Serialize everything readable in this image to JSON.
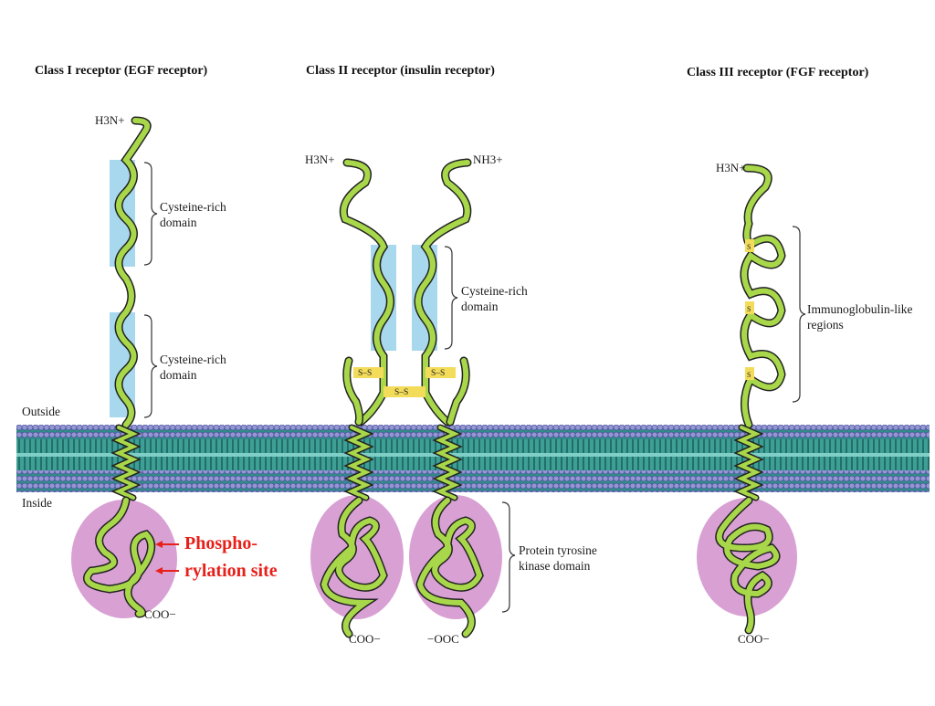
{
  "titles": {
    "class1": "Class I receptor (EGF receptor)",
    "class2": "Class II receptor (insulin receptor)",
    "class3": "Class III receptor (FGF receptor)"
  },
  "sides": {
    "outside": "Outside",
    "inside": "Inside"
  },
  "class1": {
    "n_terminus": "H3N+",
    "domain_upper": "Cysteine-rich domain",
    "domain_lower": "Cysteine-rich domain",
    "c_terminus": "COO−"
  },
  "phospho": {
    "line1": "Phospho-",
    "line2": "rylation site"
  },
  "class2": {
    "n_terminus_left": "H3N+",
    "n_terminus_right": "NH3+",
    "domain": "Cysteine-rich domain",
    "disulfide_left": "S–S",
    "disulfide_center": "S–S",
    "disulfide_right": "S–S",
    "kinase_domain": "Protein tyrosine kinase domain",
    "c_terminus_left": "COO−",
    "c_terminus_right": "−OOC"
  },
  "class3": {
    "n_terminus": "H3N+",
    "ig_regions": "Immunoglobulin-like regions",
    "disulfide_marker": "S",
    "c_terminus": "COO−"
  },
  "colors": {
    "ribbon": "#a8d84a",
    "domain_highlight": "#a8d8ee",
    "kinase": "#d9a0d4",
    "membrane_teal": "#3ea39a",
    "membrane_head": "#8f92cf",
    "disulfide": "#f3dc5a",
    "annotation": "#e8201a"
  }
}
